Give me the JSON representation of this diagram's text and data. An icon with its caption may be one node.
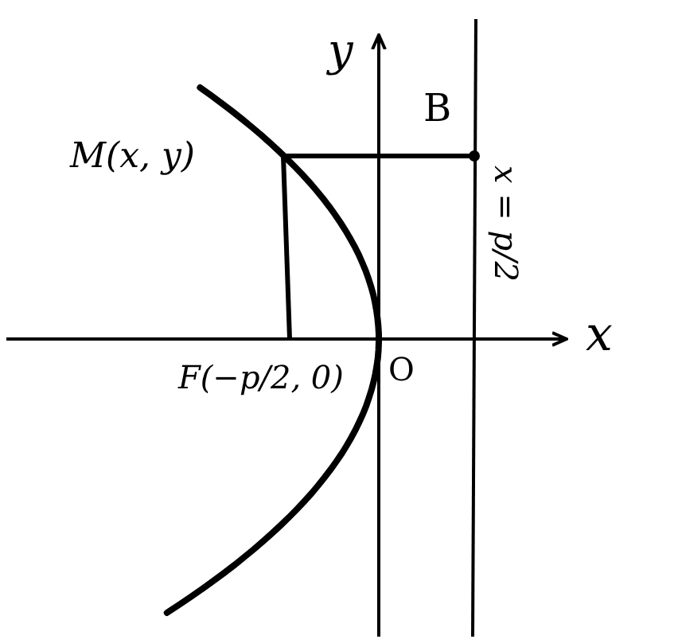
{
  "diagram": {
    "nodes": [
      {
        "text": [
          "M(x, y)"
        ]
      },
      {
        "text": [
          "B"
        ]
      },
      {
        "text": [
          "F(−p/2, 0)"
        ]
      }
    ],
    "edges": [
      {
        "from": 0,
        "to": 1,
        "arrow": "other"
      },
      {
        "from": 0,
        "to": 2,
        "arrow": "none"
      }
    ],
    "labels": [
      "y",
      "x",
      "O",
      "x = p/2"
    ]
  }
}
